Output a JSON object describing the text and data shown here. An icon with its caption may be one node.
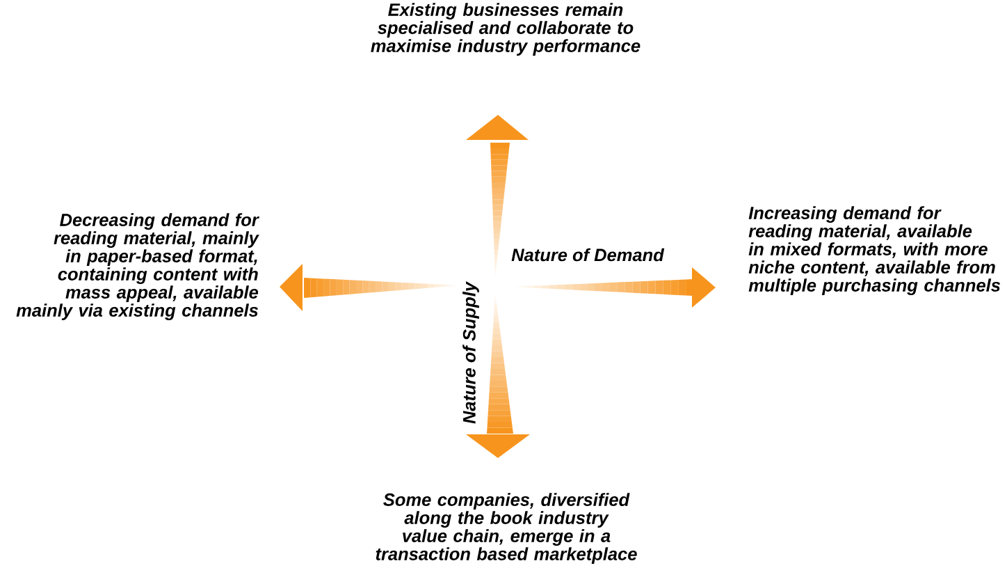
{
  "diagram": {
    "labels": [
      "Existing businesses remain specialised and collaborate to maximise industry performance",
      "Decreasing demand for reading material, mainly in paper-based format, containing content with mass appeal, available mainly via existing channels",
      "Increasing demand for reading material, available in mixed formats, with more niche content, available from multiple purchasing channels",
      "Nature of Demand",
      "Nature of Supply",
      "Some companies, diversified along the book industry value chain, emerge in a transaction based marketplace"
    ]
  }
}
